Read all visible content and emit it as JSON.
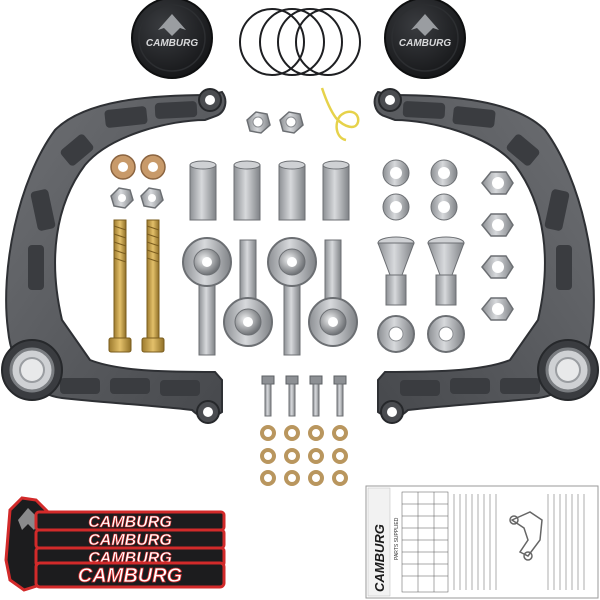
{
  "brand": {
    "cap_logo_text": "CAMBURG",
    "sticker_text": "CAMBURG",
    "instruction_brand": "CAMBURG"
  },
  "instructions": {
    "heading": "PARTS SUPPLIED"
  },
  "colors": {
    "arm_metal": "#5a5c60",
    "arm_dark": "#2e3034",
    "cap_black": "#1d1e21",
    "brass": "#c9a24a",
    "steel": "#b9bcc0",
    "sticker_red": "#d22a2a"
  },
  "icons": [
    "camburg-falcon-logo",
    "rod-end-icon",
    "nut-icon",
    "bolt-icon",
    "washer-icon",
    "o-ring-icon"
  ]
}
